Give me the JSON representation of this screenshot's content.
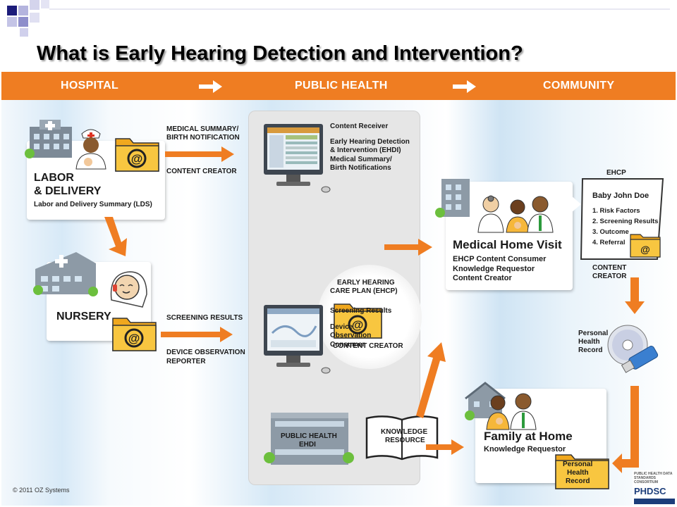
{
  "title": "What is Early Hearing Detection and Intervention?",
  "stages": {
    "hospital": "HOSPITAL",
    "public_health": "PUBLIC HEALTH",
    "community": "COMMUNITY"
  },
  "labor": {
    "name_line1": "LABOR",
    "name_line2": "& DELIVERY",
    "summary": "Labor and Delivery Summary (LDS)",
    "out_line1": "MEDICAL SUMMARY/",
    "out_line2": "BIRTH NOTIFICATION",
    "role": "CONTENT CREATOR"
  },
  "nursery": {
    "name": "NURSERY",
    "out": "SCREENING RESULTS",
    "role_line1": "DEVICE OBSERVATION",
    "role_line2": "REPORTER"
  },
  "public_health": {
    "receiver_lines": [
      "Content Receiver",
      "",
      "Early Hearing Detection",
      "& Intervention (EHDI)",
      "Medical Summary/",
      "Birth Notifications"
    ],
    "ehcp_line1": "EARLY HEARING",
    "ehcp_line2": "CARE PLAN (EHCP)",
    "ehcp_role": "CONTENT CREATOR",
    "screening_lines": [
      "Screening Results",
      "",
      "Device",
      "Observation",
      "Consumer"
    ],
    "building_line1": "PUBLIC HEALTH",
    "building_line2": "EHDI"
  },
  "knowledge": {
    "line1": "KNOWLEDGE",
    "line2": "RESOURCE"
  },
  "medical_home": {
    "name": "Medical Home Visit",
    "roles": [
      "EHCP Content Consumer",
      "Knowledge Requestor",
      "Content Creator"
    ]
  },
  "ehcp_doc": {
    "label": "EHCP",
    "patient": "Baby John Doe",
    "items": [
      "1. Risk Factors",
      "2. Screening Results",
      "3. Outcome",
      "4. Referral"
    ],
    "role_line1": "CONTENT",
    "role_line2": "CREATOR"
  },
  "phr": {
    "line1": "Personal",
    "line2": "Health",
    "line3": "Record"
  },
  "family": {
    "name": "Family at Home",
    "role": "Knowledge Requestor"
  },
  "phr_folder": {
    "line1": "Personal",
    "line2": "Health",
    "line3": "Record"
  },
  "copyright": "© 2011 OZ Systems",
  "logo": {
    "top": "PUBLIC HEALTH DATA STANDARDS CONSORTIUM",
    "name": "PHDSC"
  },
  "colors": {
    "orange": "#ef7d22",
    "folder": "#f5b731",
    "navy": "#1c1c7a",
    "banner_text": "#ffffff"
  }
}
